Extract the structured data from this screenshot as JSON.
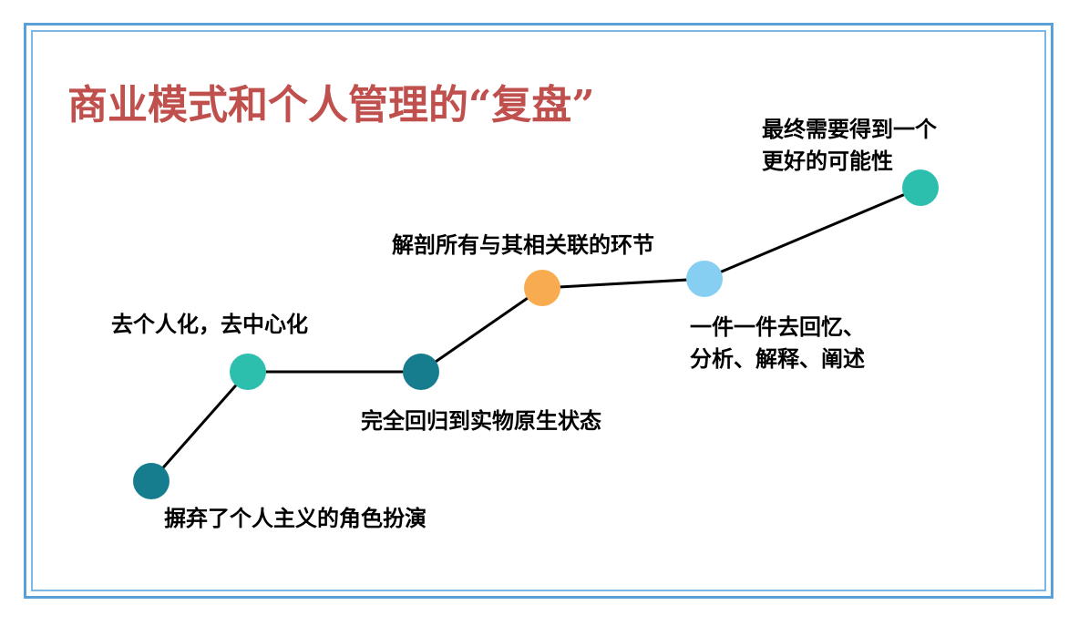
{
  "title": "商业模式和个人管理的“复盘”",
  "colors": {
    "title": "#c0504d",
    "border_outer": "#5aa0d8",
    "border_inner": "#7fb7e4",
    "line": "#000000"
  },
  "steps": [
    {
      "label_lines": [
        "摒弃了个人主义的角色扮演"
      ],
      "color": "#167d8f"
    },
    {
      "label_lines": [
        "去个人化，去中心化"
      ],
      "color": "#2dbfae"
    },
    {
      "label_lines": [
        "完全回归到实物原生状态"
      ],
      "color": "#167d8f"
    },
    {
      "label_lines": [
        "解剖所有与其相关联的环节"
      ],
      "color": "#f9ac4f"
    },
    {
      "label_lines": [
        "一件一件去回忆、",
        "分析、解释、阐述"
      ],
      "color": "#86cff2"
    },
    {
      "label_lines": [
        "最终需要得到一个",
        "更好的可能性"
      ],
      "color": "#2dbfae"
    }
  ]
}
